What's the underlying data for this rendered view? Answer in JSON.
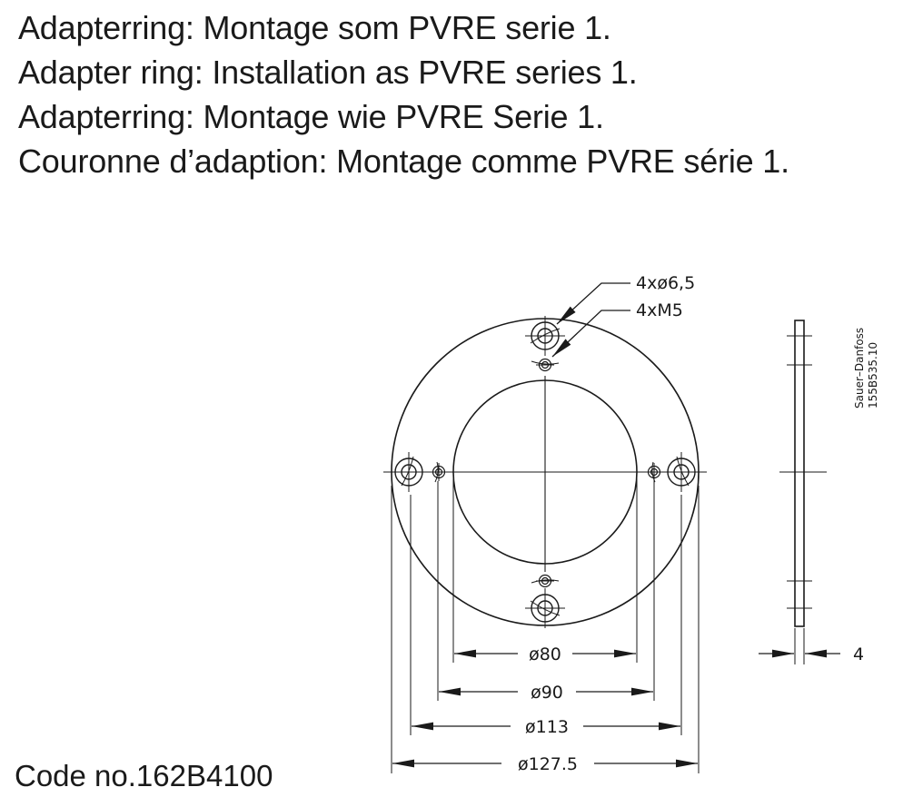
{
  "caption": {
    "lines": [
      "Adapterring: Montage som PVRE serie 1.",
      "Adapter ring: Installation as PVRE series 1.",
      "Adapterring: Montage wie PVRE Serie 1.",
      "Couronne d’adaption: Montage comme PVRE série 1."
    ]
  },
  "code_label": "Code no.162B4100",
  "drawing": {
    "hole_note_1": "4xø6,5",
    "hole_note_2": "4xM5",
    "dimensions": {
      "d80": "ø80",
      "d90": "ø90",
      "d113": "ø113",
      "d127": "ø127.5",
      "thickness": "4"
    },
    "stamp_line_1": "Sauer–Danfoss",
    "stamp_line_2": "155B535.10"
  }
}
